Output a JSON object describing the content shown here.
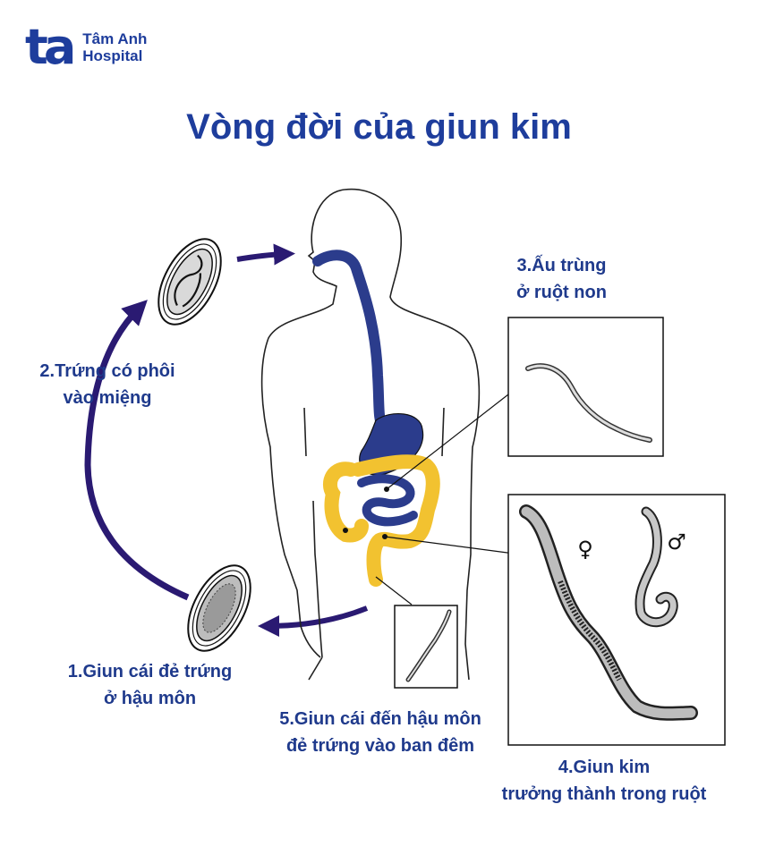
{
  "brand": {
    "mark": "ta",
    "line1": "Tâm Anh",
    "line2": "Hospital"
  },
  "title": "Vòng đời của giun kim",
  "colors": {
    "brand_blue": "#1e3d9c",
    "arrow_purple": "#2a1a72",
    "digestive_blue": "#2b3c8c",
    "intestine_yellow": "#f2c230"
  },
  "stages": {
    "s1": {
      "line1": "1.Giun cái đẻ trứng",
      "line2": "ở hậu môn"
    },
    "s2": {
      "line1": "2.Trứng có phôi",
      "line2": "vào miệng"
    },
    "s3": {
      "line1": "3.Ấu trùng",
      "line2": "ở ruột non"
    },
    "s4": {
      "line1": "4.Giun kim",
      "line2": "trưởng thành trong ruột"
    },
    "s5": {
      "line1": "5.Giun cái đến hậu môn",
      "line2": "đẻ trứng vào ban đêm"
    }
  },
  "symbols": {
    "female": "♀",
    "male": "♂"
  }
}
